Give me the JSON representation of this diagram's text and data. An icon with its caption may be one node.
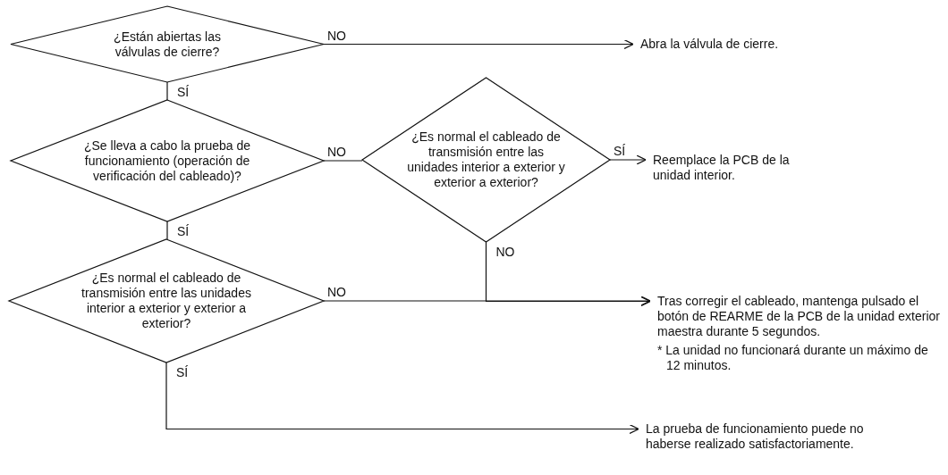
{
  "diagram": {
    "nodes": [
      {
        "text": [
          "¿Están abiertas las válvulas de cierre?"
        ]
      },
      {
        "text": [
          "Abra la válvula de cierre."
        ]
      },
      {
        "text": [
          "¿Se lleva a cabo la prueba de funcionamiento (operación de verificación del cableado)?"
        ]
      },
      {
        "text": [
          "¿Es normal el cableado de transmisión entre las unidades interior a exterior y exterior a exterior?"
        ]
      },
      {
        "text": [
          "Reemplace la PCB de la unidad interior."
        ]
      },
      {
        "text": [
          "¿Es normal el cableado de transmisión entre las unidades interior a exterior y exterior a exterior?"
        ]
      },
      {
        "text": [
          "Tras corregir el cableado, mantenga pulsado el botón de REARME de la PCB de la unidad exterior maestra durante 5 segundos.",
          "* La unidad no funcionará durante un máximo de 12 minutos."
        ]
      },
      {
        "text": [
          "La prueba de funcionamiento puede no haberse realizado satisfactoriamente."
        ]
      }
    ],
    "edges": [
      {
        "from": 0,
        "to": 1,
        "arrow": "to",
        "label": "NO"
      },
      {
        "from": 0,
        "to": 2,
        "arrow": "none",
        "label": "SÍ"
      },
      {
        "from": 2,
        "to": 3,
        "arrow": "none",
        "label": "NO"
      },
      {
        "from": 3,
        "to": 4,
        "arrow": "to",
        "label": "SÍ"
      },
      {
        "from": 3,
        "to": 6,
        "arrow": "to",
        "label": "NO"
      },
      {
        "from": 2,
        "to": 5,
        "arrow": "none",
        "label": "SÍ"
      },
      {
        "from": 5,
        "to": 6,
        "arrow": "to",
        "label": "NO"
      },
      {
        "from": 5,
        "to": 7,
        "arrow": "to",
        "label": "SÍ"
      }
    ]
  }
}
